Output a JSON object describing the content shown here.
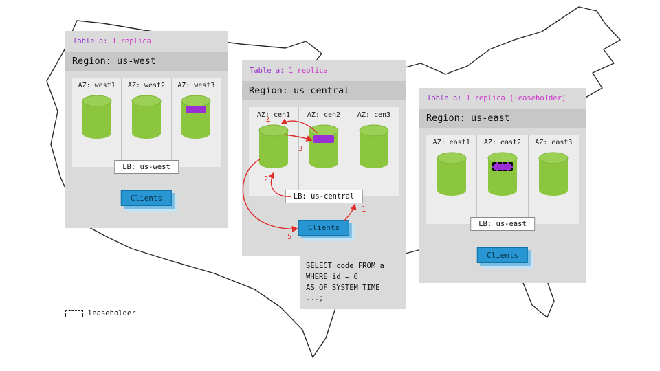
{
  "legend": {
    "label": "leaseholder"
  },
  "sql_note": {
    "lines": [
      "SELECT code FROM a",
      "WHERE id = 6",
      "AS OF SYSTEM TIME ...;"
    ]
  },
  "flow": {
    "steps": [
      "1",
      "2",
      "3",
      "4",
      "5"
    ]
  },
  "panels": [
    {
      "table_label_prefix": "Table a:",
      "table_label_value": "1 replica",
      "region_label": "Region: us-west",
      "azs": [
        {
          "label": "AZ: west1"
        },
        {
          "label": "AZ: west2"
        },
        {
          "label": "AZ: west3"
        }
      ],
      "lb_label": "LB: us-west",
      "clients_label": "Clients"
    },
    {
      "table_label_prefix": "Table a:",
      "table_label_value": "1 replica",
      "region_label": "Region: us-central",
      "azs": [
        {
          "label": "AZ: cen1"
        },
        {
          "label": "AZ: cen2"
        },
        {
          "label": "AZ: cen3"
        }
      ],
      "lb_label": "LB: us-central",
      "clients_label": "Clients"
    },
    {
      "table_label_prefix": "Table a:",
      "table_label_value": "1 replica (leaseholder)",
      "region_label": "Region: us-east",
      "azs": [
        {
          "label": "AZ: east1"
        },
        {
          "label": "AZ: east2"
        },
        {
          "label": "AZ: east3"
        }
      ],
      "lb_label": "LB: us-east",
      "clients_label": "Clients"
    }
  ],
  "colors": {
    "panel_bg": "#dadada",
    "region_band": "#c7c7c7",
    "az_bg": "#ececec",
    "cylinder_green": "#8cc63e",
    "replica_purple": "#9a2fd6",
    "clients_blue": "#2796d2",
    "arrow_red": "#e12b2b",
    "table_label_purple": "#9933cc",
    "table_value_magenta": "#cc33cc"
  }
}
